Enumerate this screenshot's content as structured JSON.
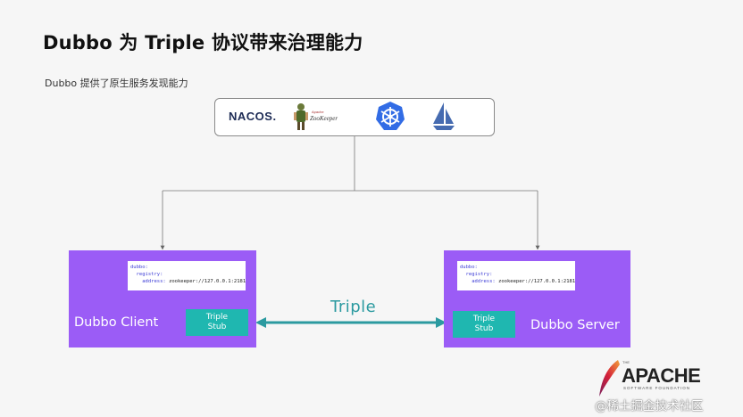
{
  "title": "Dubbo 为 Triple 协议带来治理能力",
  "subtitle": "Dubbo 提供了原生服务发现能力",
  "registry": {
    "nacos_label": "NACOS.",
    "zookeeper_label": "ZooKeeper",
    "zookeeper_apache": "Apache",
    "icons": [
      "nacos-logo",
      "zookeeper-logo",
      "kubernetes-icon",
      "istio-icon"
    ]
  },
  "client": {
    "name": "Dubbo Client",
    "stub_line1": "Triple",
    "stub_line2": "Stub",
    "code": {
      "l1": "dubbo:",
      "l2": "registry:",
      "l3_key": "address:",
      "l3_val": "zookeeper://127.0.0.1:2181"
    }
  },
  "server": {
    "name": "Dubbo Server",
    "stub_line1": "Triple",
    "stub_line2": "Stub",
    "code": {
      "l1": "dubbo:",
      "l2": "registry:",
      "l3_key": "address:",
      "l3_val": "zookeeper://127.0.0.1:2181"
    }
  },
  "protocol_label": "Triple",
  "footer": {
    "apache_the": "THE",
    "apache": "APACHE",
    "foundation": "SOFTWARE FOUNDATION",
    "watermark": "@稀土掘金技术社区"
  },
  "colors": {
    "node": "#9b5cf6",
    "stub": "#1fb7b0",
    "arrow": "#2b9aa0"
  }
}
